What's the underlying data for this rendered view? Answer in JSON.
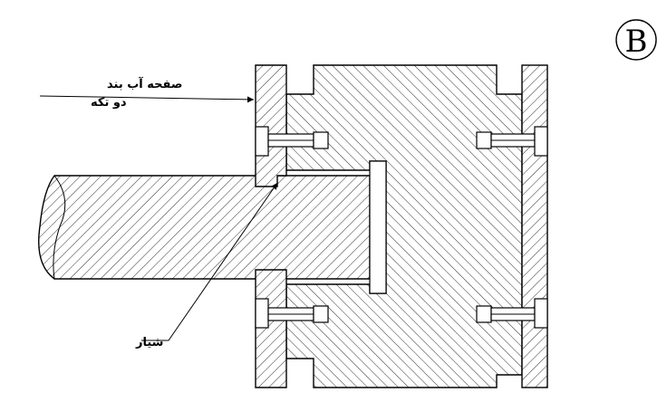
{
  "badge": {
    "letter": "B"
  },
  "labels": {
    "plate_line1": "صفحه آب بند",
    "plate_line2": "دو تکه",
    "groove": "شیار"
  }
}
